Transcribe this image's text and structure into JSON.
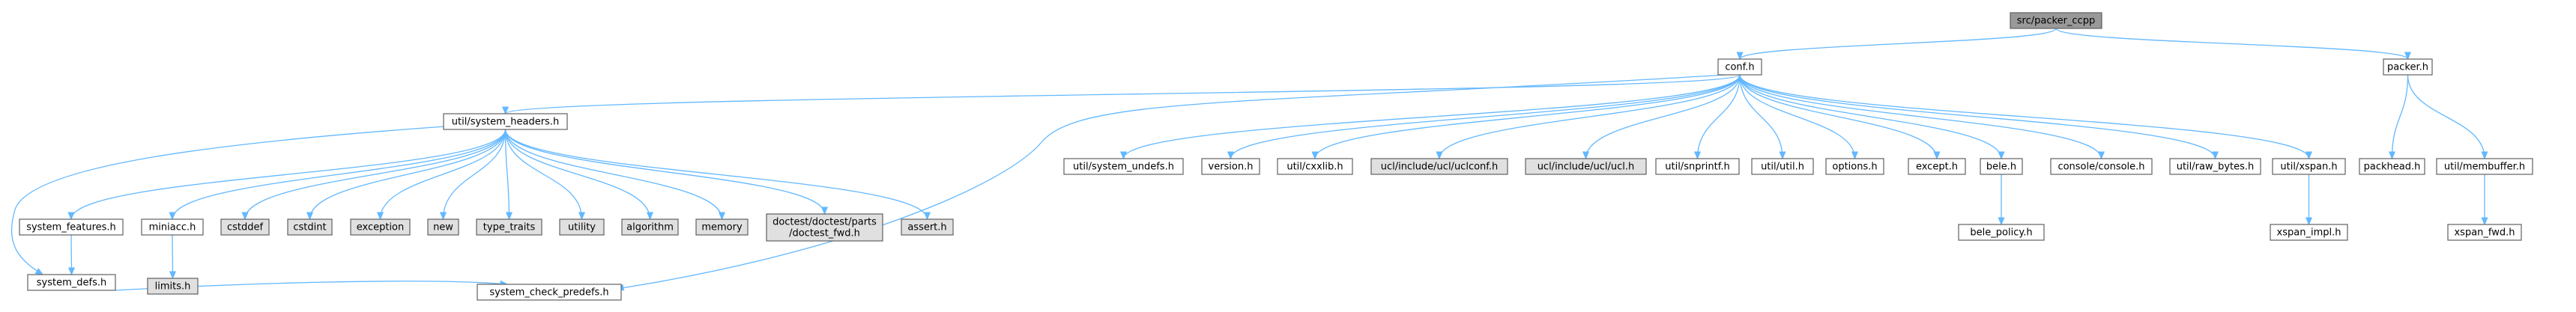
{
  "colors": {
    "root_fill": "#999999",
    "node_fill": "#ffffff",
    "system_fill": "#e0e0e0",
    "border": "#606060",
    "edge": "#63b8ff",
    "text": "#000000"
  },
  "nodes": [
    {
      "id": "src_packer_ccpp",
      "lines": [
        "src/packer_ccpp"
      ],
      "style": "root"
    },
    {
      "id": "conf_h",
      "lines": [
        "conf.h"
      ],
      "style": "normal"
    },
    {
      "id": "packer_h",
      "lines": [
        "packer.h"
      ],
      "style": "normal"
    },
    {
      "id": "util_system_headers_h",
      "lines": [
        "util/system_headers.h"
      ],
      "style": "normal"
    },
    {
      "id": "util_system_undefs_h",
      "lines": [
        "util/system_undefs.h"
      ],
      "style": "normal"
    },
    {
      "id": "version_h",
      "lines": [
        "version.h"
      ],
      "style": "normal"
    },
    {
      "id": "util_cxxlib_h",
      "lines": [
        "util/cxxlib.h"
      ],
      "style": "normal"
    },
    {
      "id": "ucl_uclconf_h",
      "lines": [
        "ucl/include/ucl/uclconf.h"
      ],
      "style": "system"
    },
    {
      "id": "ucl_ucl_h",
      "lines": [
        "ucl/include/ucl/ucl.h"
      ],
      "style": "system"
    },
    {
      "id": "util_snprintf_h",
      "lines": [
        "util/snprintf.h"
      ],
      "style": "normal"
    },
    {
      "id": "util_util_h",
      "lines": [
        "util/util.h"
      ],
      "style": "normal"
    },
    {
      "id": "options_h",
      "lines": [
        "options.h"
      ],
      "style": "normal"
    },
    {
      "id": "except_h",
      "lines": [
        "except.h"
      ],
      "style": "normal"
    },
    {
      "id": "bele_h",
      "lines": [
        "bele.h"
      ],
      "style": "normal"
    },
    {
      "id": "console_console_h",
      "lines": [
        "console/console.h"
      ],
      "style": "normal"
    },
    {
      "id": "util_raw_bytes_h",
      "lines": [
        "util/raw_bytes.h"
      ],
      "style": "normal"
    },
    {
      "id": "util_xspan_h",
      "lines": [
        "util/xspan.h"
      ],
      "style": "normal"
    },
    {
      "id": "packhead_h",
      "lines": [
        "packhead.h"
      ],
      "style": "normal"
    },
    {
      "id": "util_membuffer_h",
      "lines": [
        "util/membuffer.h"
      ],
      "style": "normal"
    },
    {
      "id": "system_features_h",
      "lines": [
        "system_features.h"
      ],
      "style": "normal"
    },
    {
      "id": "miniacc_h",
      "lines": [
        "miniacc.h"
      ],
      "style": "normal"
    },
    {
      "id": "cstddef",
      "lines": [
        "cstddef"
      ],
      "style": "system"
    },
    {
      "id": "cstdint",
      "lines": [
        "cstdint"
      ],
      "style": "system"
    },
    {
      "id": "exception",
      "lines": [
        "exception"
      ],
      "style": "system"
    },
    {
      "id": "new",
      "lines": [
        "new"
      ],
      "style": "system"
    },
    {
      "id": "type_traits",
      "lines": [
        "type_traits"
      ],
      "style": "system"
    },
    {
      "id": "utility",
      "lines": [
        "utility"
      ],
      "style": "system"
    },
    {
      "id": "algorithm",
      "lines": [
        "algorithm"
      ],
      "style": "system"
    },
    {
      "id": "memory",
      "lines": [
        "memory"
      ],
      "style": "system"
    },
    {
      "id": "doctest_fwd_h",
      "lines": [
        "doctest/doctest/parts",
        "/doctest_fwd.h"
      ],
      "style": "system"
    },
    {
      "id": "assert_h",
      "lines": [
        "assert.h"
      ],
      "style": "system"
    },
    {
      "id": "bele_policy_h",
      "lines": [
        "bele_policy.h"
      ],
      "style": "normal"
    },
    {
      "id": "xspan_impl_h",
      "lines": [
        "xspan_impl.h"
      ],
      "style": "normal"
    },
    {
      "id": "xspan_fwd_h",
      "lines": [
        "xspan_fwd.h"
      ],
      "style": "normal"
    },
    {
      "id": "system_defs_h",
      "lines": [
        "system_defs.h"
      ],
      "style": "normal"
    },
    {
      "id": "limits_h",
      "lines": [
        "limits.h"
      ],
      "style": "system"
    },
    {
      "id": "system_check_predefs_h",
      "lines": [
        "system_check_predefs.h"
      ],
      "style": "normal"
    }
  ],
  "edges": [
    [
      "src_packer_ccpp",
      "conf_h"
    ],
    [
      "src_packer_ccpp",
      "packer_h"
    ],
    [
      "conf_h",
      "util_system_headers_h"
    ],
    [
      "conf_h",
      "util_system_undefs_h"
    ],
    [
      "conf_h",
      "version_h"
    ],
    [
      "conf_h",
      "util_cxxlib_h"
    ],
    [
      "conf_h",
      "ucl_uclconf_h"
    ],
    [
      "conf_h",
      "ucl_ucl_h"
    ],
    [
      "conf_h",
      "util_snprintf_h"
    ],
    [
      "conf_h",
      "util_util_h"
    ],
    [
      "conf_h",
      "options_h"
    ],
    [
      "conf_h",
      "except_h"
    ],
    [
      "conf_h",
      "bele_h"
    ],
    [
      "conf_h",
      "console_console_h"
    ],
    [
      "conf_h",
      "util_raw_bytes_h"
    ],
    [
      "conf_h",
      "util_xspan_h"
    ],
    [
      "conf_h",
      "system_check_predefs_h"
    ],
    [
      "packer_h",
      "packhead_h"
    ],
    [
      "packer_h",
      "util_membuffer_h"
    ],
    [
      "util_system_headers_h",
      "system_features_h"
    ],
    [
      "util_system_headers_h",
      "miniacc_h"
    ],
    [
      "util_system_headers_h",
      "cstddef"
    ],
    [
      "util_system_headers_h",
      "cstdint"
    ],
    [
      "util_system_headers_h",
      "exception"
    ],
    [
      "util_system_headers_h",
      "new"
    ],
    [
      "util_system_headers_h",
      "type_traits"
    ],
    [
      "util_system_headers_h",
      "utility"
    ],
    [
      "util_system_headers_h",
      "algorithm"
    ],
    [
      "util_system_headers_h",
      "memory"
    ],
    [
      "util_system_headers_h",
      "doctest_fwd_h"
    ],
    [
      "util_system_headers_h",
      "assert_h"
    ],
    [
      "util_system_headers_h",
      "system_defs_h"
    ],
    [
      "system_features_h",
      "system_defs_h"
    ],
    [
      "miniacc_h",
      "limits_h"
    ],
    [
      "system_defs_h",
      "system_check_predefs_h"
    ],
    [
      "bele_h",
      "bele_policy_h"
    ],
    [
      "util_xspan_h",
      "xspan_impl_h"
    ],
    [
      "util_membuffer_h",
      "xspan_fwd_h"
    ]
  ]
}
